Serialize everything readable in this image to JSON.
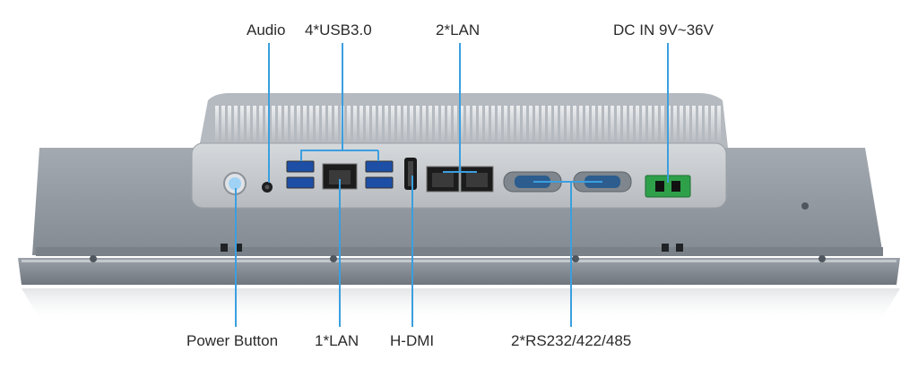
{
  "labels": {
    "audio": "Audio",
    "usb": "4*USB3.0",
    "lan2": "2*LAN",
    "dc_in": "DC IN 9V~36V",
    "power": "Power Button",
    "lan1": "1*LAN",
    "hdmi": "H-DMI",
    "serial": "2*RS232/422/485"
  },
  "colors": {
    "leader_line": "#3a9fe0",
    "panel_body": "#8d959d",
    "io_plate": "#c4c8cc",
    "terminal_green": "#2fa04a"
  }
}
